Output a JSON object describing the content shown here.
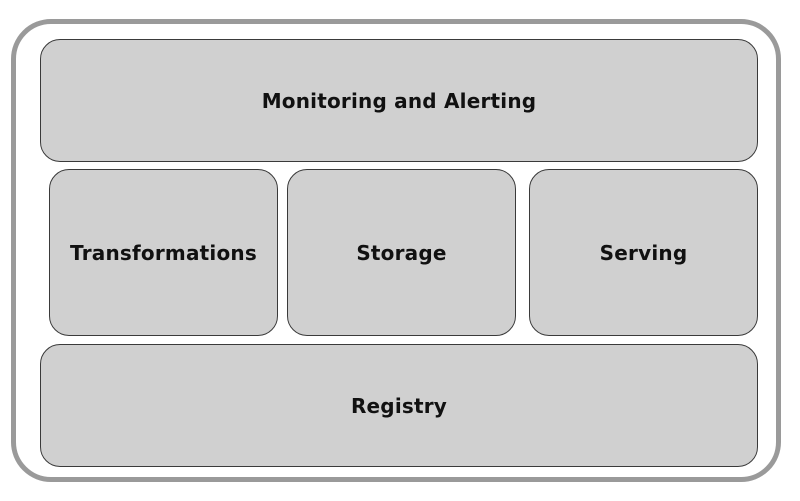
{
  "diagram": {
    "layers": {
      "monitoring": "Monitoring and Alerting",
      "transformations": "Transformations",
      "storage": "Storage",
      "serving": "Serving",
      "registry": "Registry"
    }
  },
  "colors": {
    "block_fill": "#d0d0d0",
    "frame_border": "#9a9a9a",
    "block_border": "#3a3a3a"
  }
}
